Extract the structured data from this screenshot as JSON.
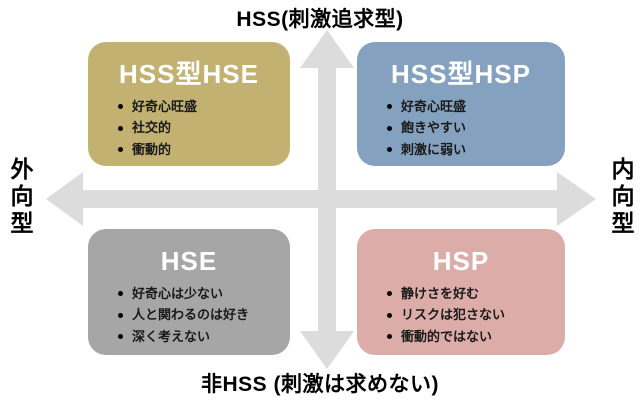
{
  "diagram": {
    "axis_labels": {
      "top": "HSS(刺激追求型)",
      "bottom": "非HSS (刺激は求めない)",
      "left": "外向型",
      "right": "内向型"
    },
    "colors": {
      "arrow": "#dcdcdc",
      "title_text": "#ffffff",
      "body_text": "#1a1a1a"
    },
    "quadrants": [
      {
        "key": "hss-hse",
        "position": "top-left",
        "title": "HSS型HSE",
        "color": "#c2b170",
        "traits": [
          "好奇心旺盛",
          "社交的",
          "衝動的"
        ]
      },
      {
        "key": "hss-hsp",
        "position": "top-right",
        "title": "HSS型HSP",
        "color": "#84a2c0",
        "traits": [
          "好奇心旺盛",
          "飽きやすい",
          "刺激に弱い"
        ]
      },
      {
        "key": "hse",
        "position": "bottom-left",
        "title": "HSE",
        "color": "#a6a6a6",
        "traits": [
          "好奇心は少ない",
          "人と関わるのは好き",
          "深く考えない"
        ]
      },
      {
        "key": "hsp",
        "position": "bottom-right",
        "title": "HSP",
        "color": "#dcaca9",
        "traits": [
          "静けさを好む",
          "リスクは犯さない",
          "衝動的ではない"
        ]
      }
    ]
  }
}
